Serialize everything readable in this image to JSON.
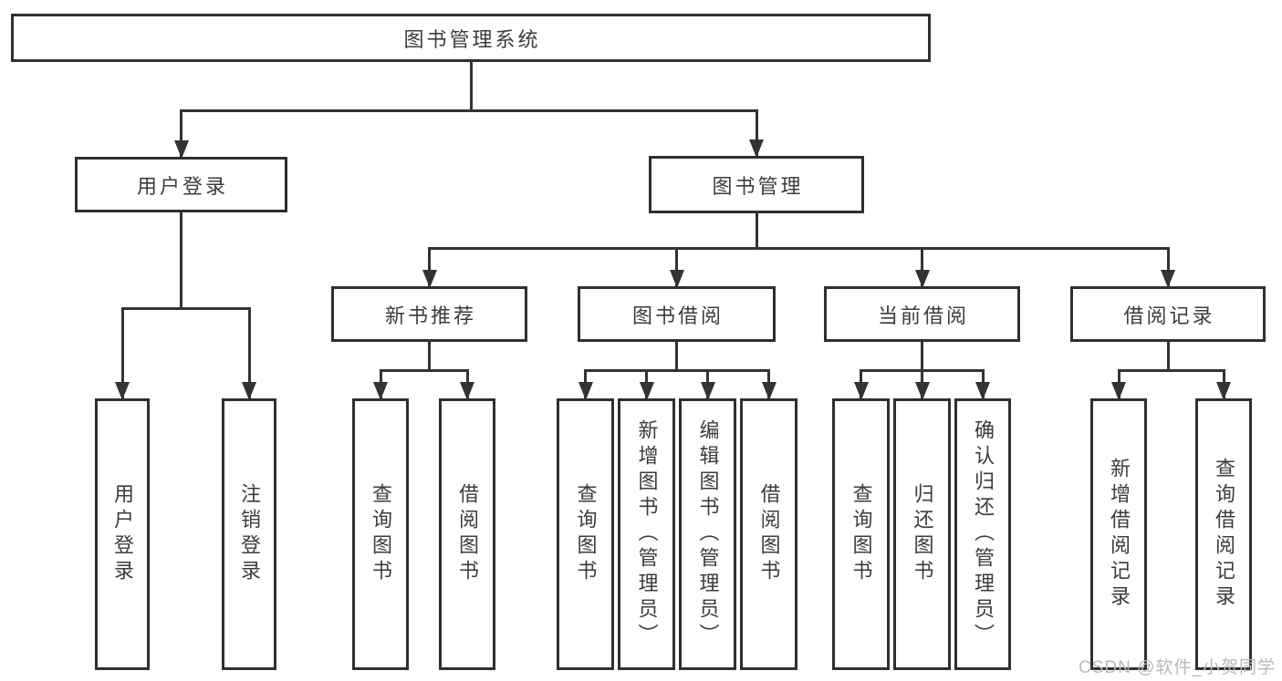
{
  "diagram": {
    "title": "图书管理系统",
    "nodes": [
      {
        "id": "library-system",
        "label": "图书管理系统"
      },
      {
        "id": "user-login",
        "label": "用户登录"
      },
      {
        "id": "book-management",
        "label": "图书管理"
      },
      {
        "id": "new-book-recommend",
        "label": "新书推荐"
      },
      {
        "id": "book-borrow",
        "label": "图书借阅"
      },
      {
        "id": "current-borrow",
        "label": "当前借阅"
      },
      {
        "id": "borrow-record",
        "label": "借阅记录"
      },
      {
        "id": "user-login-action",
        "label": "用户登录"
      },
      {
        "id": "logout-action",
        "label": "注销登录"
      },
      {
        "id": "query-book-1",
        "label": "查询图书"
      },
      {
        "id": "borrow-book-1",
        "label": "借阅图书"
      },
      {
        "id": "query-book-2",
        "label": "查询图书"
      },
      {
        "id": "add-book-admin",
        "label": "新增图书（管理员）"
      },
      {
        "id": "edit-book-admin",
        "label": "编辑图书（管理员）"
      },
      {
        "id": "borrow-book-2",
        "label": "借阅图书"
      },
      {
        "id": "query-book-3",
        "label": "查询图书"
      },
      {
        "id": "return-book",
        "label": "归还图书"
      },
      {
        "id": "confirm-return-admin",
        "label": "确认归还（管理员）"
      },
      {
        "id": "add-borrow-record",
        "label": "新增借阅记录"
      },
      {
        "id": "query-borrow-record",
        "label": "查询借阅记录"
      }
    ],
    "edges": [
      [
        "library-system",
        "user-login"
      ],
      [
        "library-system",
        "book-management"
      ],
      [
        "user-login",
        "user-login-action"
      ],
      [
        "user-login",
        "logout-action"
      ],
      [
        "book-management",
        "new-book-recommend"
      ],
      [
        "book-management",
        "book-borrow"
      ],
      [
        "book-management",
        "current-borrow"
      ],
      [
        "book-management",
        "borrow-record"
      ],
      [
        "new-book-recommend",
        "query-book-1"
      ],
      [
        "new-book-recommend",
        "borrow-book-1"
      ],
      [
        "book-borrow",
        "query-book-2"
      ],
      [
        "book-borrow",
        "add-book-admin"
      ],
      [
        "book-borrow",
        "edit-book-admin"
      ],
      [
        "book-borrow",
        "borrow-book-2"
      ],
      [
        "current-borrow",
        "query-book-3"
      ],
      [
        "current-borrow",
        "return-book"
      ],
      [
        "current-borrow",
        "confirm-return-admin"
      ],
      [
        "borrow-record",
        "add-borrow-record"
      ],
      [
        "borrow-record",
        "query-borrow-record"
      ]
    ]
  },
  "watermark": {
    "text": "CSDN @软件_小贺同学"
  },
  "colors": {
    "background": "#ffffff",
    "box_border": "#2f2f2f",
    "line": "#333333",
    "text": "#3c3c3c",
    "watermark": "#b8b8b8"
  }
}
